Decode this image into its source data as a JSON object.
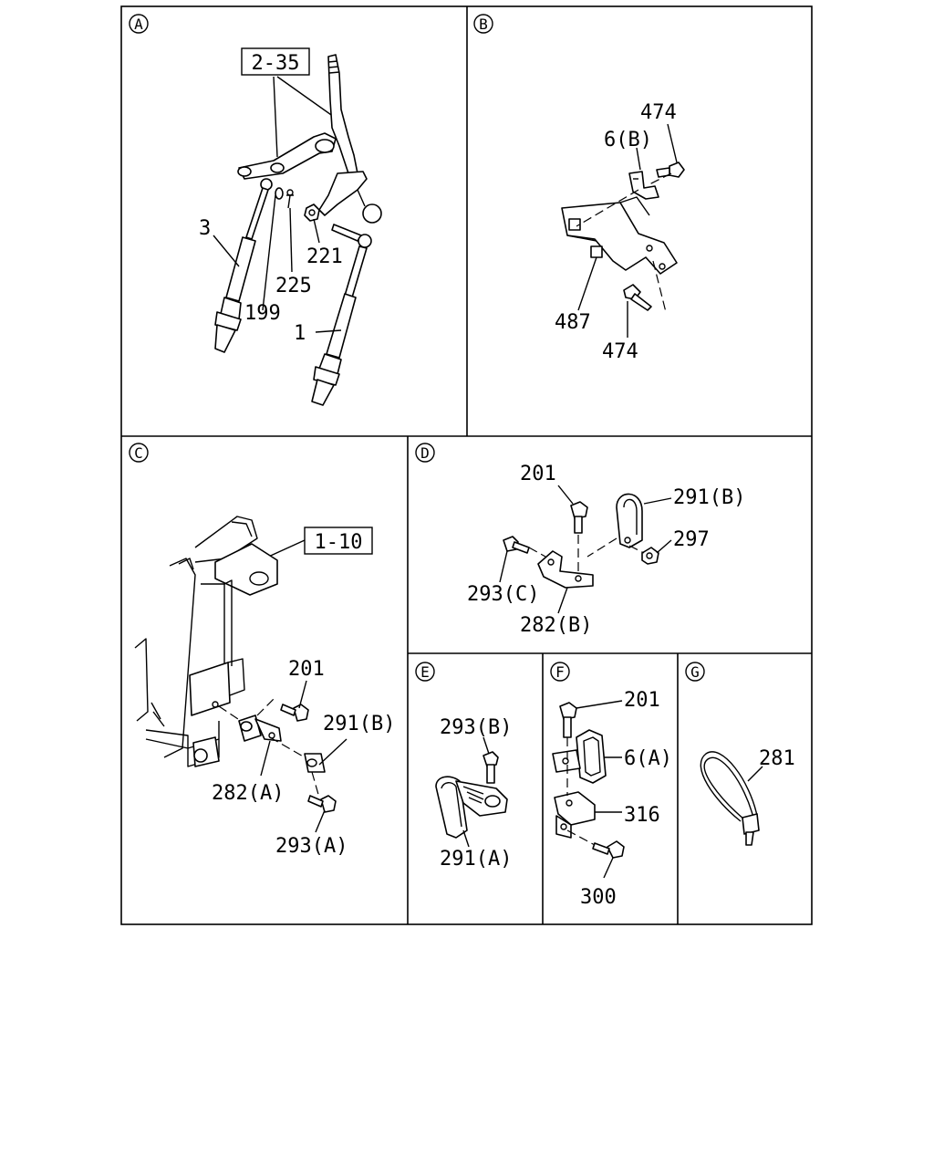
{
  "panels": {
    "A": {
      "letter": "A",
      "ref": "2-35",
      "labels": {
        "l3": "3",
        "l199": "199",
        "l225": "225",
        "l221": "221",
        "l1": "1"
      }
    },
    "B": {
      "letter": "B",
      "labels": {
        "l474a": "474",
        "l6b": "6(B)",
        "l487": "487",
        "l474b": "474"
      }
    },
    "C": {
      "letter": "C",
      "ref": "1-10",
      "labels": {
        "l201": "201",
        "l291b": "291(B)",
        "l282a": "282(A)",
        "l293a": "293(A)"
      }
    },
    "D": {
      "letter": "D",
      "labels": {
        "l201": "201",
        "l291b": "291(B)",
        "l297": "297",
        "l293c": "293(C)",
        "l282b": "282(B)"
      }
    },
    "E": {
      "letter": "E",
      "labels": {
        "l293b": "293(B)",
        "l291a": "291(A)"
      }
    },
    "F": {
      "letter": "F",
      "labels": {
        "l201": "201",
        "l6a": "6(A)",
        "l316": "316",
        "l300": "300"
      }
    },
    "G": {
      "letter": "G",
      "labels": {
        "l281": "281"
      }
    }
  }
}
